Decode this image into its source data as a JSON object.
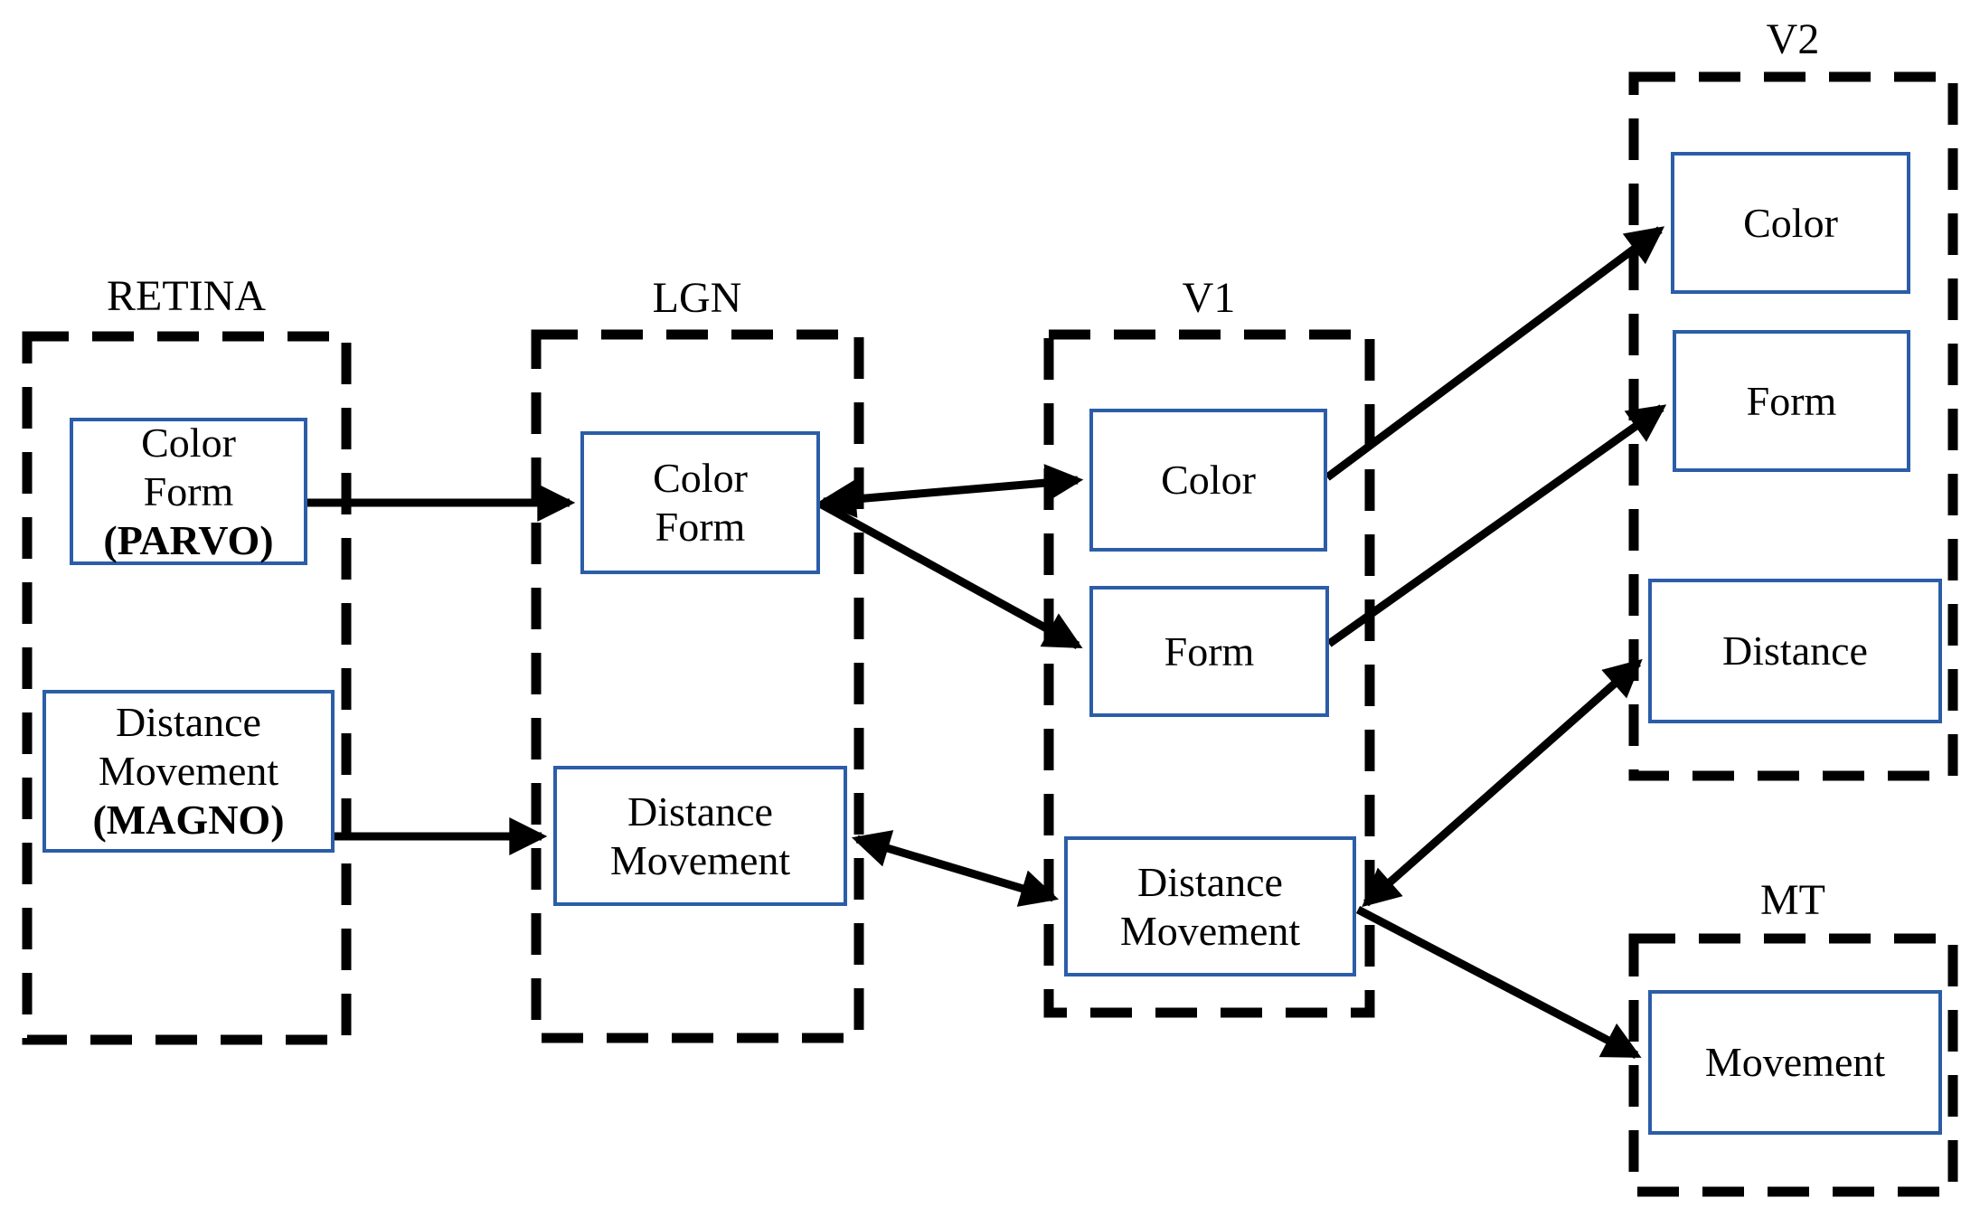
{
  "diagram": {
    "background_color": "#ffffff",
    "node_border_color": "#2b5da8",
    "line_color": "#000000",
    "text_color": "#000000"
  },
  "regions": [
    {
      "id": "retina",
      "label": "RETINA"
    },
    {
      "id": "lgn",
      "label": "LGN"
    },
    {
      "id": "v1",
      "label": "V1"
    },
    {
      "id": "v2",
      "label": "V2"
    },
    {
      "id": "mt",
      "label": "MT"
    }
  ],
  "nodes": {
    "retina_parvo": {
      "lines": [
        "Color",
        "Form",
        "(PARVO)"
      ]
    },
    "retina_magno": {
      "lines": [
        "Distance",
        "Movement",
        "(MAGNO)"
      ]
    },
    "lgn_color_form": {
      "lines": [
        "Color",
        "Form"
      ]
    },
    "lgn_distance_movement": {
      "lines": [
        "Distance",
        "Movement"
      ]
    },
    "v1_color": {
      "lines": [
        "Color"
      ]
    },
    "v1_form": {
      "lines": [
        "Form"
      ]
    },
    "v1_distance_movement": {
      "lines": [
        "Distance",
        "Movement"
      ]
    },
    "v2_color": {
      "lines": [
        "Color"
      ]
    },
    "v2_form": {
      "lines": [
        "Form"
      ]
    },
    "v2_distance": {
      "lines": [
        "Distance"
      ]
    },
    "mt_movement": {
      "lines": [
        "Movement"
      ]
    }
  },
  "connections": [
    {
      "from": "retina_parvo",
      "to": "lgn_color_form",
      "bidirectional": false
    },
    {
      "from": "retina_magno",
      "to": "lgn_distance_movement",
      "bidirectional": false
    },
    {
      "from": "lgn_color_form",
      "to": "v1_color",
      "bidirectional": true
    },
    {
      "from": "lgn_color_form",
      "to": "v1_form",
      "bidirectional": false
    },
    {
      "from": "lgn_distance_movement",
      "to": "v1_distance_movement",
      "bidirectional": true
    },
    {
      "from": "v1_color",
      "to": "v2_color",
      "bidirectional": false
    },
    {
      "from": "v1_form",
      "to": "v2_form",
      "bidirectional": false
    },
    {
      "from": "v1_distance_movement",
      "to": "v2_distance",
      "bidirectional": true
    },
    {
      "from": "v1_distance_movement",
      "to": "mt_movement",
      "bidirectional": false
    }
  ]
}
